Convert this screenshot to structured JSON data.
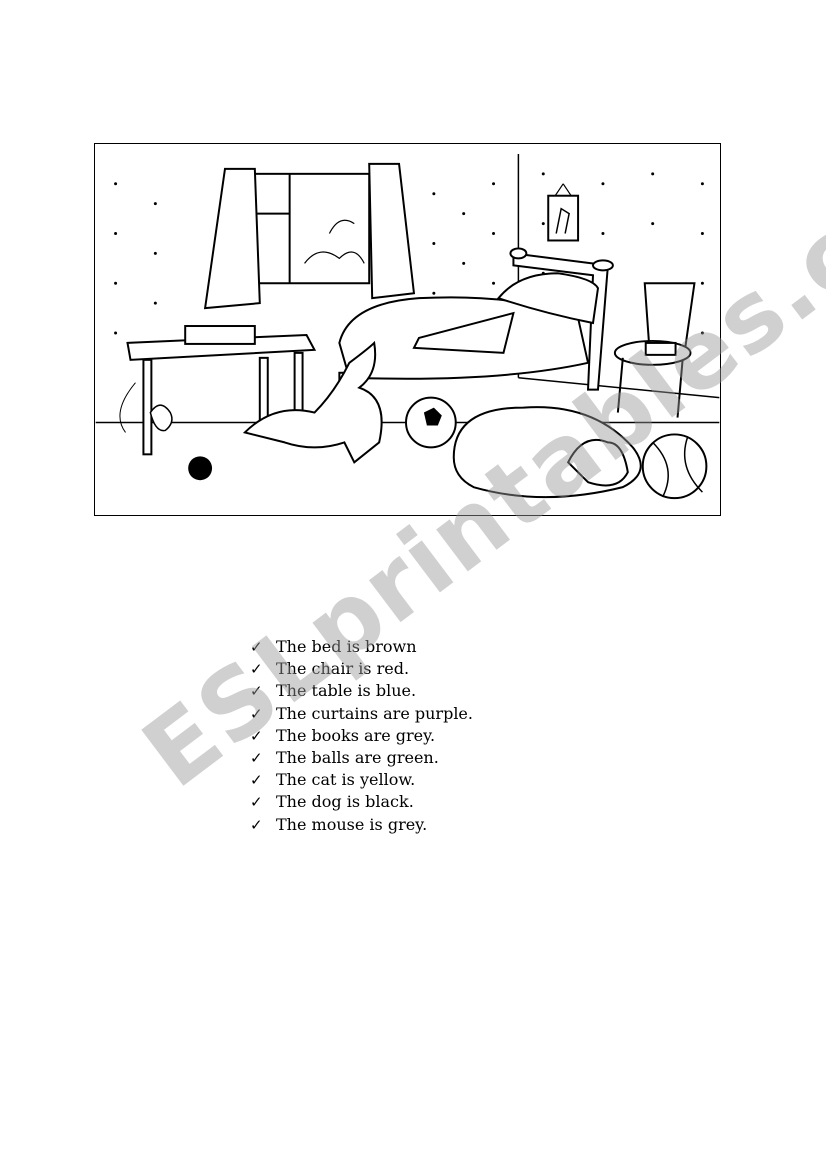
{
  "illustration": {
    "description_icon": "bedroom-scene-illustration"
  },
  "checklist": {
    "check_glyph": "✓",
    "items": [
      {
        "text": "The bed is brown"
      },
      {
        "text": "The chair is red."
      },
      {
        "text": "The table is blue."
      },
      {
        "text": "The curtains are purple."
      },
      {
        "text": "The books are grey."
      },
      {
        "text": "The balls are green."
      },
      {
        "text": "The cat is yellow."
      },
      {
        "text": "The dog is black."
      },
      {
        "text": "The mouse is grey."
      }
    ]
  },
  "watermark": {
    "text": "ESLprintables.com"
  }
}
